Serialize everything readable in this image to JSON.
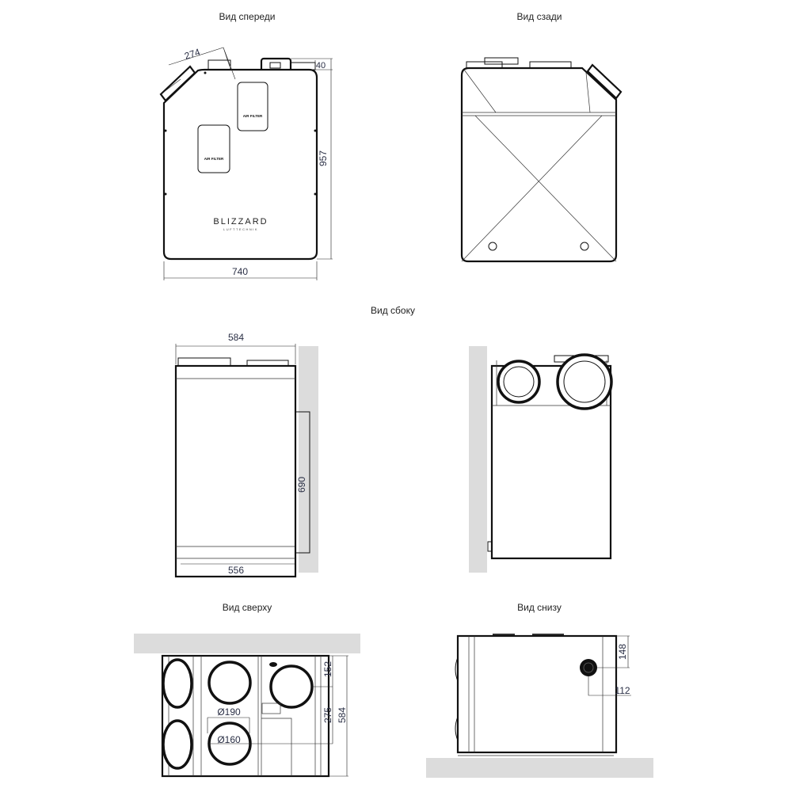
{
  "views": {
    "front": {
      "title": "Вид спереди",
      "dim_diag": "274",
      "dim_top": "40",
      "dim_height": "957",
      "dim_width": "740",
      "filter_label": "AIR FILTER",
      "brand": "BLIZZARD",
      "brand_sub": "LUFTTECHNIK"
    },
    "back": {
      "title": "Вид сзади"
    },
    "side": {
      "title": "Вид сбоку",
      "dim_depth": "584",
      "dim_bracket": "690",
      "dim_base": "556"
    },
    "top": {
      "title": "Вид сверху",
      "dim_152": "152",
      "dim_275": "275",
      "dim_584": "584",
      "dim_d190": "Ø190",
      "dim_d160": "Ø160"
    },
    "bottom": {
      "title": "Вид снизу",
      "dim_148": "148",
      "dim_112": "112"
    }
  }
}
